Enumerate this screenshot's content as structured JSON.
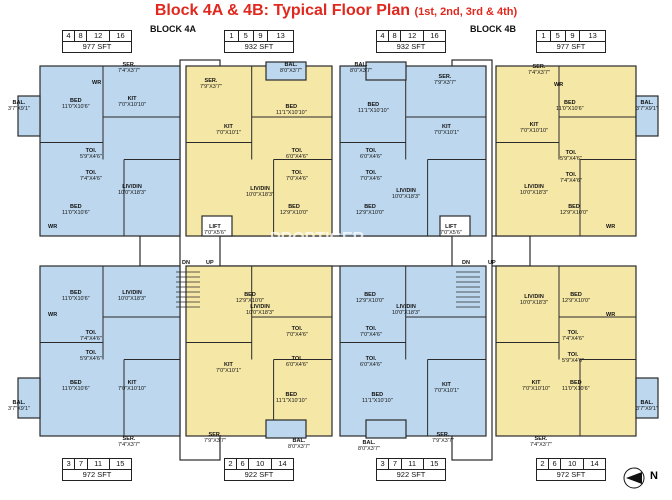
{
  "title": {
    "main": "Block 4A & 4B: Typical Floor Plan",
    "floors": "(1st, 2nd, 3rd & 4th)"
  },
  "blocks": {
    "a": "BLOCK 4A",
    "b": "BLOCK 4B"
  },
  "flats": [
    {
      "nums": [
        "4",
        "8",
        "12",
        "16"
      ],
      "area": "977 SFT"
    },
    {
      "nums": [
        "1",
        "5",
        "9",
        "13"
      ],
      "area": "932 SFT"
    },
    {
      "nums": [
        "4",
        "8",
        "12",
        "16"
      ],
      "area": "932 SFT"
    },
    {
      "nums": [
        "1",
        "5",
        "9",
        "13"
      ],
      "area": "977 SFT"
    },
    {
      "nums": [
        "3",
        "7",
        "11",
        "15"
      ],
      "area": "972 SFT"
    },
    {
      "nums": [
        "2",
        "6",
        "10",
        "14"
      ],
      "area": "922 SFT"
    },
    {
      "nums": [
        "3",
        "7",
        "11",
        "15"
      ],
      "area": "922 SFT"
    },
    {
      "nums": [
        "2",
        "6",
        "10",
        "14"
      ],
      "area": "972 SFT"
    }
  ],
  "rooms": [
    {
      "name": "SER.",
      "dim": "7'4\"X3'7\""
    },
    {
      "name": "BAL.",
      "dim": "3'7\"X9'1\""
    },
    {
      "name": "BED",
      "dim": "11'0\"X10'6\""
    },
    {
      "name": "KIT",
      "dim": "7'0\"X10'10\""
    },
    {
      "name": "TOI.",
      "dim": "5'9\"X4'6\""
    },
    {
      "name": "TOI.",
      "dim": "7'4\"X4'6\""
    },
    {
      "name": "LIV/DIN",
      "dim": "10'0\"X18'3\""
    },
    {
      "name": "BED",
      "dim": "12'9\"X10'0\""
    },
    {
      "name": "SER.",
      "dim": "7'9\"X3'7\""
    },
    {
      "name": "BAL.",
      "dim": "8'0\"X3'7\""
    },
    {
      "name": "KIT",
      "dim": "7'0\"X10'1\""
    },
    {
      "name": "BED",
      "dim": "11'1\"X10'10\""
    },
    {
      "name": "TOI.",
      "dim": "6'0\"X4'6\""
    },
    {
      "name": "TOI.",
      "dim": "7'0\"X4'6\""
    },
    {
      "name": "LIV/DIN",
      "dim": "10'0\"X18'3\""
    },
    {
      "name": "BED",
      "dim": "12'9\"X10'0\""
    },
    {
      "name": "LIFT",
      "dim": "7'0\"X5'6\""
    },
    {
      "name": "WR",
      "dim": ""
    },
    {
      "name": "DN",
      "dim": ""
    },
    {
      "name": "UP",
      "dim": ""
    }
  ],
  "compass": "N",
  "watermark": "PROPTIGER",
  "colors": {
    "title": "#e0281e",
    "blue": "#bcd7ee",
    "yellow": "#f5e7a6",
    "wall": "#2a2a2a"
  }
}
